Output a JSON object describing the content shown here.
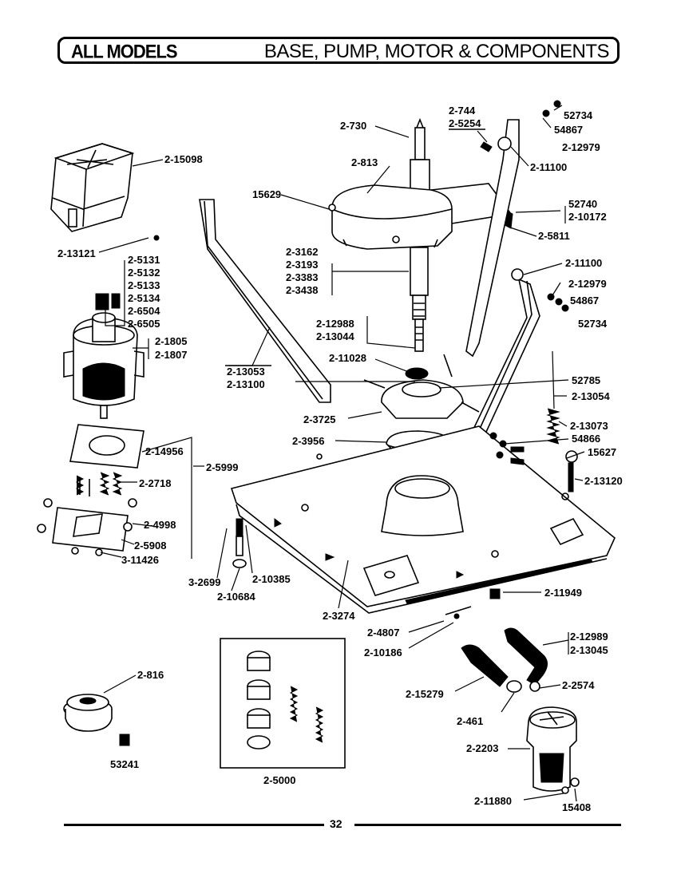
{
  "header": {
    "left": "ALL MODELS",
    "right": "BASE, PUMP, MOTOR & COMPONENTS"
  },
  "page_number": "32",
  "inset_label": "2-5000",
  "callouts": [
    {
      "id": "c1",
      "text": "2-730"
    },
    {
      "id": "c2",
      "text": "2-744"
    },
    {
      "id": "c3",
      "text": "2-5254"
    },
    {
      "id": "c4",
      "text": "52734"
    },
    {
      "id": "c5",
      "text": "54867"
    },
    {
      "id": "c6",
      "text": "2-12979"
    },
    {
      "id": "c7",
      "text": "2-11100"
    },
    {
      "id": "c8",
      "text": "2-813"
    },
    {
      "id": "c9",
      "text": "2-15098"
    },
    {
      "id": "c10",
      "text": "15629"
    },
    {
      "id": "c11",
      "text": "52740"
    },
    {
      "id": "c12",
      "text": "2-10172"
    },
    {
      "id": "c13",
      "text": "2-5811"
    },
    {
      "id": "c14",
      "text": "2-13121"
    },
    {
      "id": "c15",
      "text": "2-5131"
    },
    {
      "id": "c16",
      "text": "2-5132"
    },
    {
      "id": "c17",
      "text": "2-5133"
    },
    {
      "id": "c18",
      "text": "2-5134"
    },
    {
      "id": "c19",
      "text": "2-6504"
    },
    {
      "id": "c20",
      "text": "2-6505"
    },
    {
      "id": "c21",
      "text": "2-3162"
    },
    {
      "id": "c22",
      "text": "2-3193"
    },
    {
      "id": "c23",
      "text": "2-3383"
    },
    {
      "id": "c24",
      "text": "2-3438"
    },
    {
      "id": "c25",
      "text": "2-11100"
    },
    {
      "id": "c26",
      "text": "2-12979"
    },
    {
      "id": "c27",
      "text": "54867"
    },
    {
      "id": "c28",
      "text": "52734"
    },
    {
      "id": "c29",
      "text": "2-1805"
    },
    {
      "id": "c30",
      "text": "2-1807"
    },
    {
      "id": "c31",
      "text": "2-12988"
    },
    {
      "id": "c32",
      "text": "2-13044"
    },
    {
      "id": "c33",
      "text": "2-11028"
    },
    {
      "id": "c34",
      "text": "2-13053"
    },
    {
      "id": "c35",
      "text": "2-13100"
    },
    {
      "id": "c36",
      "text": "52785"
    },
    {
      "id": "c37",
      "text": "2-13054"
    },
    {
      "id": "c38",
      "text": "2-3725"
    },
    {
      "id": "c39",
      "text": "2-13073"
    },
    {
      "id": "c40",
      "text": "54866"
    },
    {
      "id": "c41",
      "text": "2-3956"
    },
    {
      "id": "c42",
      "text": "2-14956"
    },
    {
      "id": "c43",
      "text": "15627"
    },
    {
      "id": "c44",
      "text": "2-5999"
    },
    {
      "id": "c45",
      "text": "2-13120"
    },
    {
      "id": "c46",
      "text": "2-2718"
    },
    {
      "id": "c47",
      "text": "2-4998"
    },
    {
      "id": "c48",
      "text": "2-5908"
    },
    {
      "id": "c49",
      "text": "3-11426"
    },
    {
      "id": "c50",
      "text": "3-2699"
    },
    {
      "id": "c51",
      "text": "2-10385"
    },
    {
      "id": "c52",
      "text": "2-10684"
    },
    {
      "id": "c53",
      "text": "2-11949"
    },
    {
      "id": "c54",
      "text": "2-3274"
    },
    {
      "id": "c55",
      "text": "2-4807"
    },
    {
      "id": "c56",
      "text": "2-10186"
    },
    {
      "id": "c57",
      "text": "2-12989"
    },
    {
      "id": "c58",
      "text": "2-13045"
    },
    {
      "id": "c59",
      "text": "2-816"
    },
    {
      "id": "c60",
      "text": "2-15279"
    },
    {
      "id": "c61",
      "text": "2-2574"
    },
    {
      "id": "c62",
      "text": "2-461"
    },
    {
      "id": "c63",
      "text": "2-2203"
    },
    {
      "id": "c64",
      "text": "53241"
    },
    {
      "id": "c65",
      "text": "2-11880"
    },
    {
      "id": "c66",
      "text": "15408"
    }
  ]
}
